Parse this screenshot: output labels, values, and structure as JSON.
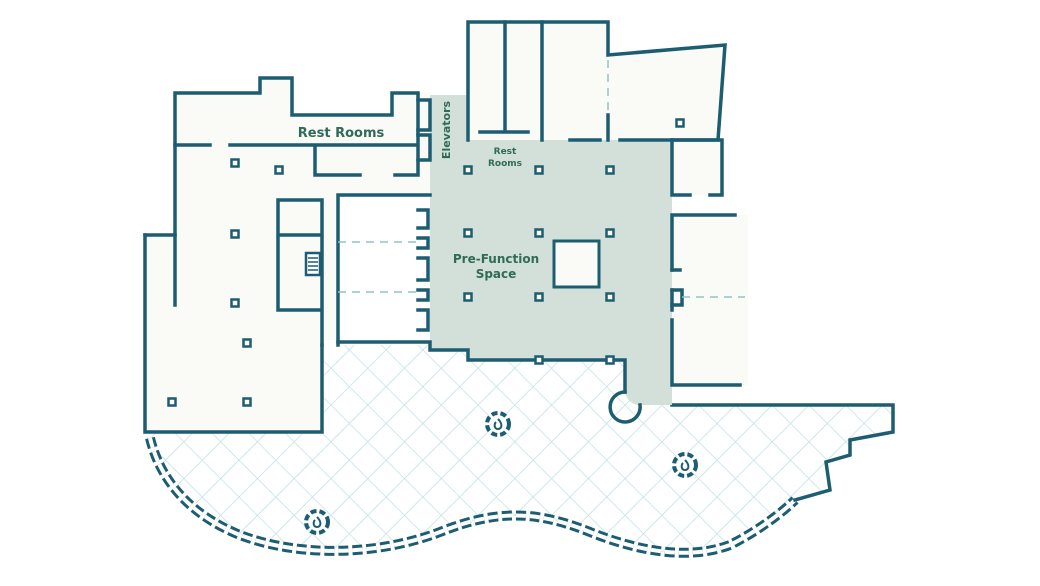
{
  "plan": {
    "labels": {
      "rest_rooms_left": "Rest Rooms",
      "elevators": "Elevators",
      "rest_rooms_center_1": "Rest",
      "rest_rooms_center_2": "Rooms",
      "pre_function_1": "Pre-Function",
      "pre_function_2": "Space"
    },
    "colors": {
      "wall": "#1d5d72",
      "room_fill": "#fafaf7",
      "pre_function_fill": "#d3e0d9",
      "terrace_grid": "#bfe0e4",
      "label": "#2f6b58"
    }
  }
}
